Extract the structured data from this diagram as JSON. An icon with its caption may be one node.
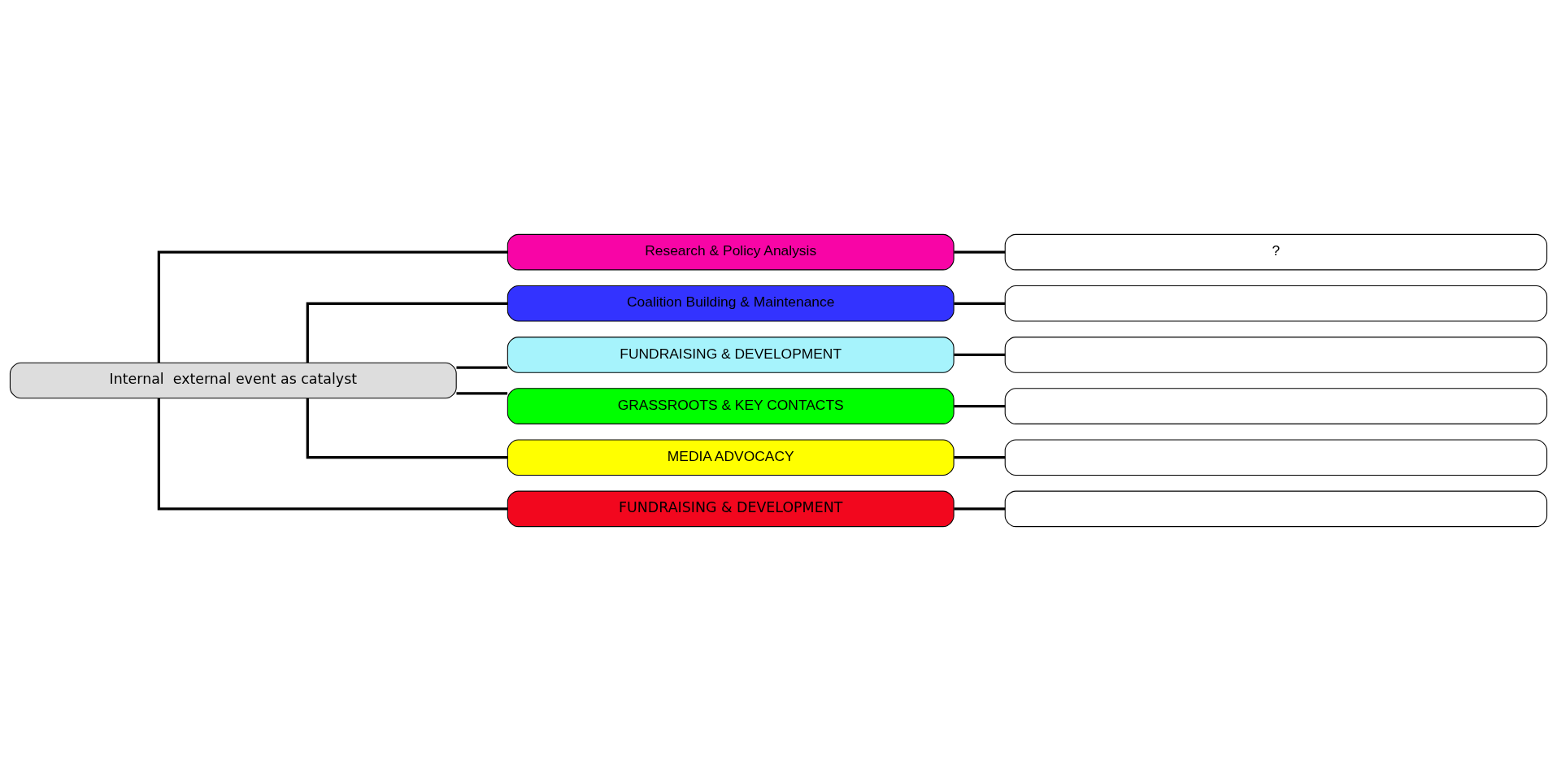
{
  "diagram": {
    "nodes": [
      {
        "text": [
          "Internal  external event as catalyst"
        ]
      },
      {
        "text": [
          "Research & Policy Analysis"
        ]
      },
      {
        "text": [
          "?"
        ]
      },
      {
        "text": [
          "Coalition Building & Maintenance"
        ]
      },
      {
        "text": [],
        "shape": "box"
      },
      {
        "text": [
          "FUNDRAISING & DEVELOPMENT"
        ]
      },
      {
        "text": [],
        "shape": "box"
      },
      {
        "text": [
          "GRASSROOTS & KEY CONTACTS"
        ]
      },
      {
        "text": [],
        "shape": "box"
      },
      {
        "text": [
          "MEDIA ADVOCACY"
        ]
      },
      {
        "text": [],
        "shape": "box"
      },
      {
        "text": [
          "FUNDRAISING & DEVELOPMENT"
        ]
      },
      {
        "text": [],
        "shape": "box"
      }
    ],
    "edges": [
      {
        "from": 0,
        "to": 1,
        "arrow": "none"
      },
      {
        "from": 1,
        "to": 2,
        "arrow": "none"
      },
      {
        "from": 0,
        "to": 3,
        "arrow": "none"
      },
      {
        "from": 3,
        "to": 4,
        "arrow": "none"
      },
      {
        "from": 0,
        "to": 5,
        "arrow": "none"
      },
      {
        "from": 5,
        "to": 6,
        "arrow": "none"
      },
      {
        "from": 0,
        "to": 7,
        "arrow": "none"
      },
      {
        "from": 7,
        "to": 8,
        "arrow": "none"
      },
      {
        "from": 0,
        "to": 9,
        "arrow": "none"
      },
      {
        "from": 9,
        "to": 10,
        "arrow": "none"
      },
      {
        "from": 0,
        "to": 11,
        "arrow": "none"
      },
      {
        "from": 11,
        "to": 12,
        "arrow": "none"
      }
    ]
  }
}
